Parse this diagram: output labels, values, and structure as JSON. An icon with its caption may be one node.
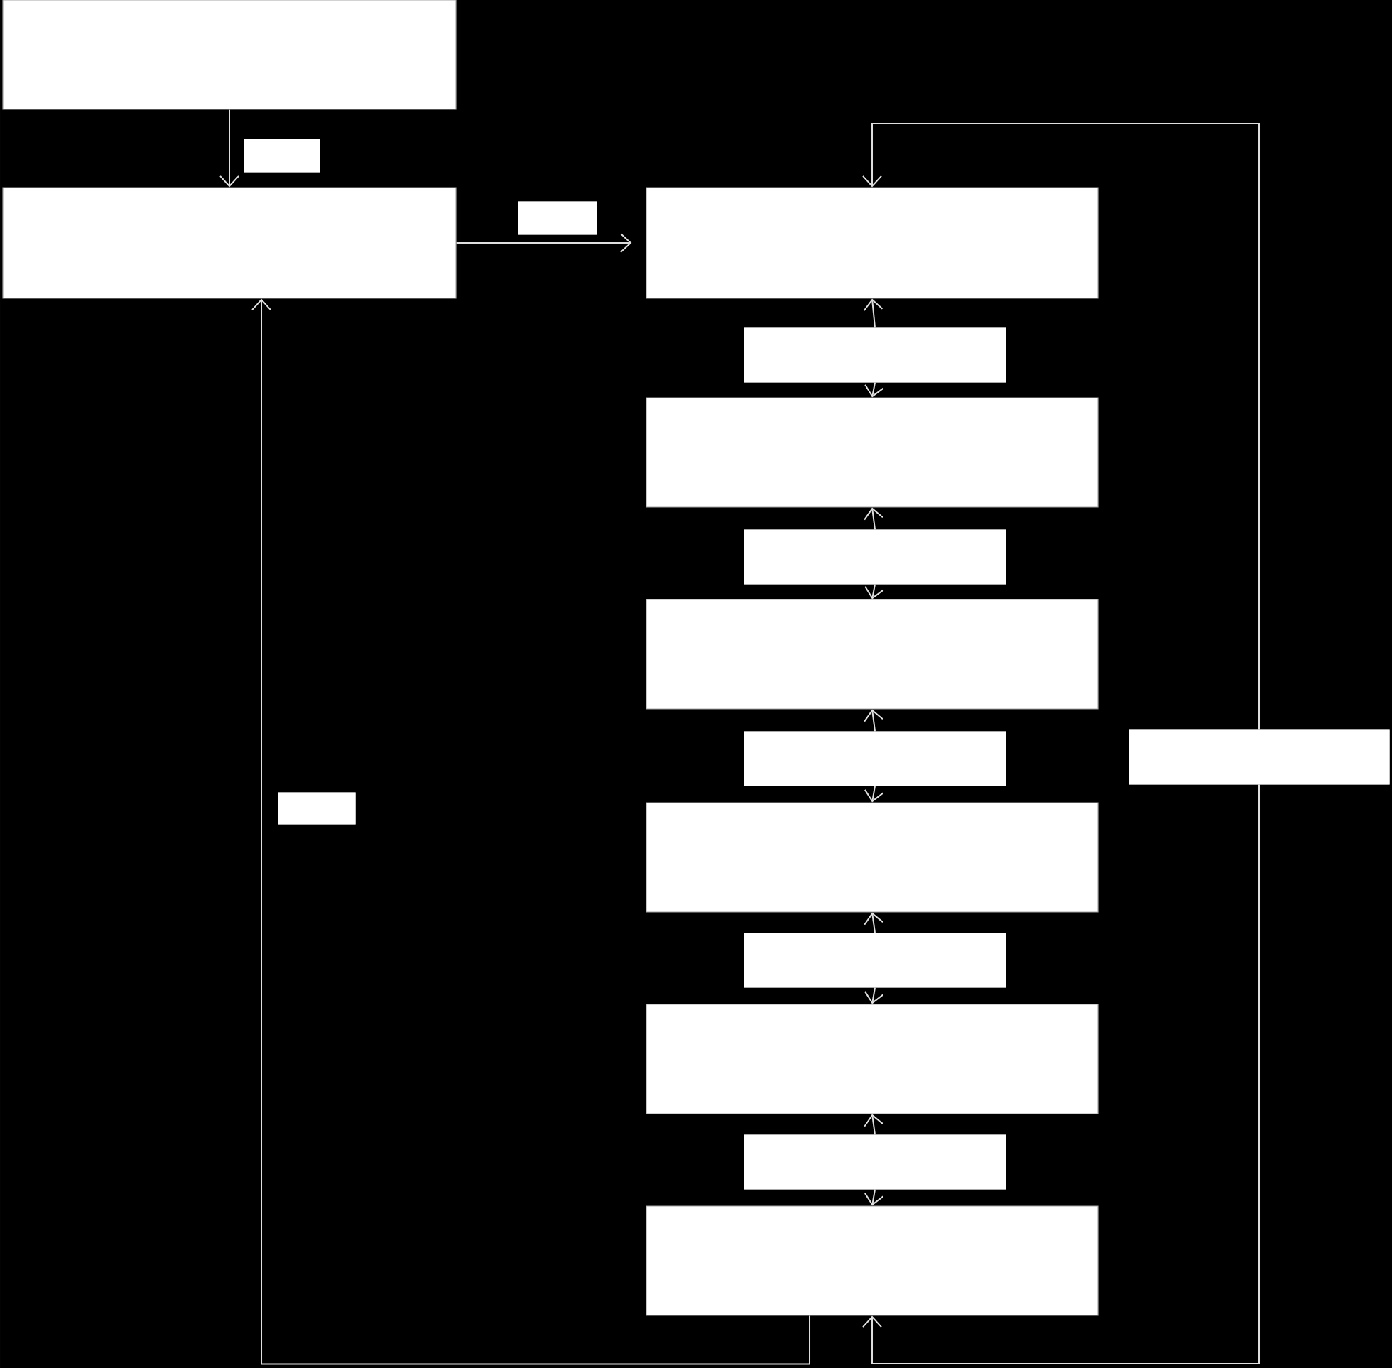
{
  "diagram": {
    "nodes": [
      {
        "text": [],
        "shape": "box"
      },
      {
        "text": [],
        "shape": "box"
      },
      {
        "text": [],
        "shape": "box"
      },
      {
        "text": [],
        "shape": "box"
      },
      {
        "text": [],
        "shape": "box"
      },
      {
        "text": [],
        "shape": "box"
      },
      {
        "text": [],
        "shape": "box"
      },
      {
        "text": [],
        "shape": "box"
      },
      {
        "text": [],
        "shape": "box"
      },
      {
        "text": [],
        "shape": "box"
      },
      {
        "text": [],
        "shape": "box"
      },
      {
        "text": [],
        "shape": "box"
      },
      {
        "text": [],
        "shape": "box"
      },
      {
        "text": [],
        "shape": "box"
      },
      {
        "text": [],
        "shape": "box"
      },
      {
        "text": [],
        "shape": "box"
      },
      {
        "text": [],
        "shape": "box"
      }
    ],
    "edges": [
      {
        "from": 0,
        "to": 1,
        "arrow": "to"
      },
      {
        "from": 1,
        "to": 4,
        "arrow": "to"
      },
      {
        "from": 5,
        "to": 4,
        "arrow": "to"
      },
      {
        "from": 5,
        "to": 6,
        "arrow": "to"
      },
      {
        "from": 7,
        "to": 6,
        "arrow": "to"
      },
      {
        "from": 7,
        "to": 8,
        "arrow": "to"
      },
      {
        "from": 9,
        "to": 8,
        "arrow": "to"
      },
      {
        "from": 9,
        "to": 11,
        "arrow": "to"
      },
      {
        "from": 13,
        "to": 11,
        "arrow": "to"
      },
      {
        "from": 13,
        "to": 14,
        "arrow": "to"
      },
      {
        "from": 15,
        "to": 14,
        "arrow": "to"
      },
      {
        "from": 15,
        "to": 16,
        "arrow": "to"
      },
      {
        "from": 16,
        "to": 1,
        "arrow": "to"
      },
      {
        "from": 10,
        "to": 4,
        "arrow": "to"
      },
      {
        "from": 10,
        "to": 16,
        "arrow": "to"
      }
    ]
  }
}
